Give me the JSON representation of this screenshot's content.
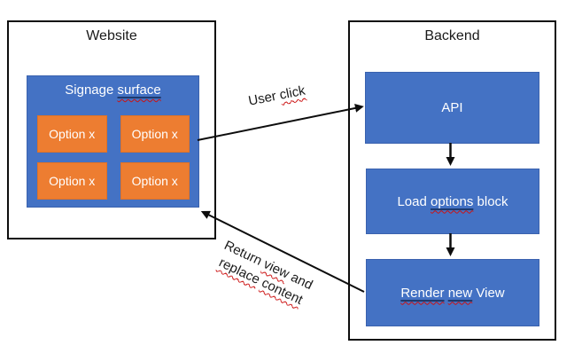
{
  "website": {
    "title": "Website",
    "signage": {
      "title_prefix": "Signage ",
      "title_misspelled": "surface",
      "options": [
        "Option x",
        "Option x",
        "Option x",
        "Option x"
      ]
    }
  },
  "backend": {
    "title": "Backend",
    "api_label": "API",
    "load": {
      "prefix": "Load ",
      "misspelled": "options",
      "suffix": " block"
    },
    "render": {
      "misspelled1": "Render",
      "sep": " ",
      "misspelled2": "new",
      "suffix": " View"
    }
  },
  "arrows": {
    "user_click": {
      "prefix": "User ",
      "misspelled": "click"
    },
    "return_view": {
      "line1_prefix": "Return ",
      "line1_misspelled": "view",
      "line1_suffix": " and",
      "line2_misspelled1": "replace",
      "line2_sep": " ",
      "line2_misspelled2": "content"
    }
  },
  "colors": {
    "node_blue": "#4472C4",
    "option_orange": "#ED7D31",
    "squiggle_red": "#CC1111",
    "outline_black": "#0d0d0d"
  }
}
